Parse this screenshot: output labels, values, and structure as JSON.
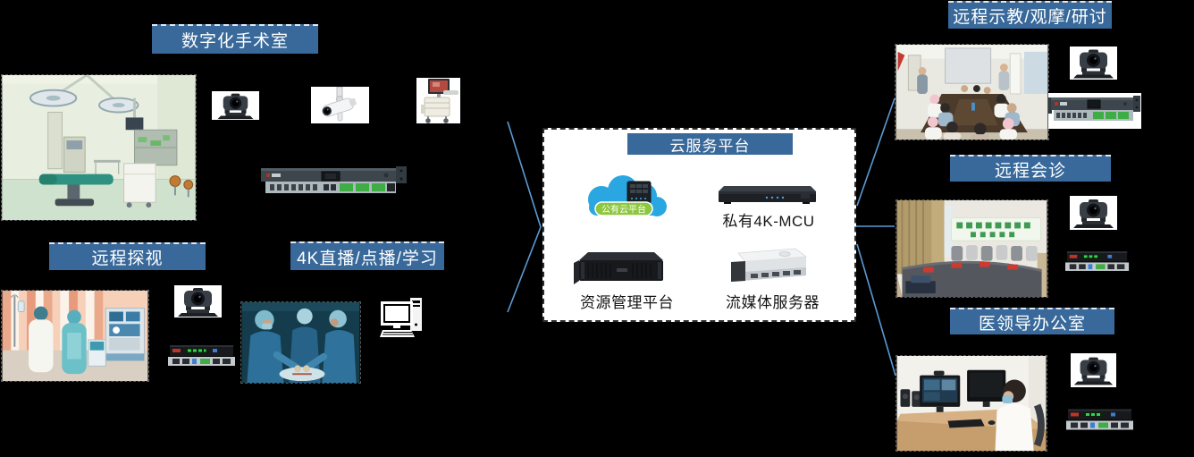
{
  "sections": {
    "digital_or": {
      "label": "数字化手术室"
    },
    "remote_visit": {
      "label": "远程探视"
    },
    "live_4k": {
      "label": "4K直播/点播/学习"
    },
    "teaching": {
      "label": "远程示教/观摩/研讨"
    },
    "consult": {
      "label": "远程会诊"
    },
    "office": {
      "label": "医领导办公室"
    }
  },
  "cloud_platform": {
    "title": "云服务平台",
    "public_cloud_label": "公有云平台",
    "mcu_label": "私有4K-MCU",
    "resource_label": "资源管理平台",
    "streaming_label": "流媒体服务器"
  },
  "connections": [
    {
      "from": "digital-or-section",
      "to": "cloud-platform"
    },
    {
      "from": "live-4k-section",
      "to": "cloud-platform"
    },
    {
      "from": "cloud-platform",
      "to": "teaching-section"
    },
    {
      "from": "cloud-platform",
      "to": "consult-section"
    },
    {
      "from": "cloud-platform",
      "to": "office-section"
    }
  ],
  "icons": {
    "ptz_camera": "ptz-camera-icon",
    "ceiling_camera": "ceiling-camera-icon",
    "medical_cart": "medical-cart-icon",
    "rack_encoder": "rack-encoder-icon",
    "codec_stack": "codec-terminal-icon",
    "desktop_computer": "desktop-computer-icon",
    "public_cloud": "cloud-icon",
    "mcu_device": "mcu-device-icon",
    "resource_server": "rack-server-icon",
    "media_server": "media-server-icon"
  },
  "colors": {
    "background": "#000000",
    "section_label_bg": "#38699A",
    "section_label_text": "#FFFFFF",
    "connector_line": "#5B9BD5",
    "platform_box_bg": "#FFFFFF",
    "platform_box_border": "#2B2B2B",
    "cloud_blue": "#2AA7E0",
    "public_cloud_pill_green": "#8DC63F",
    "terminal_green": "#3EAD46"
  }
}
